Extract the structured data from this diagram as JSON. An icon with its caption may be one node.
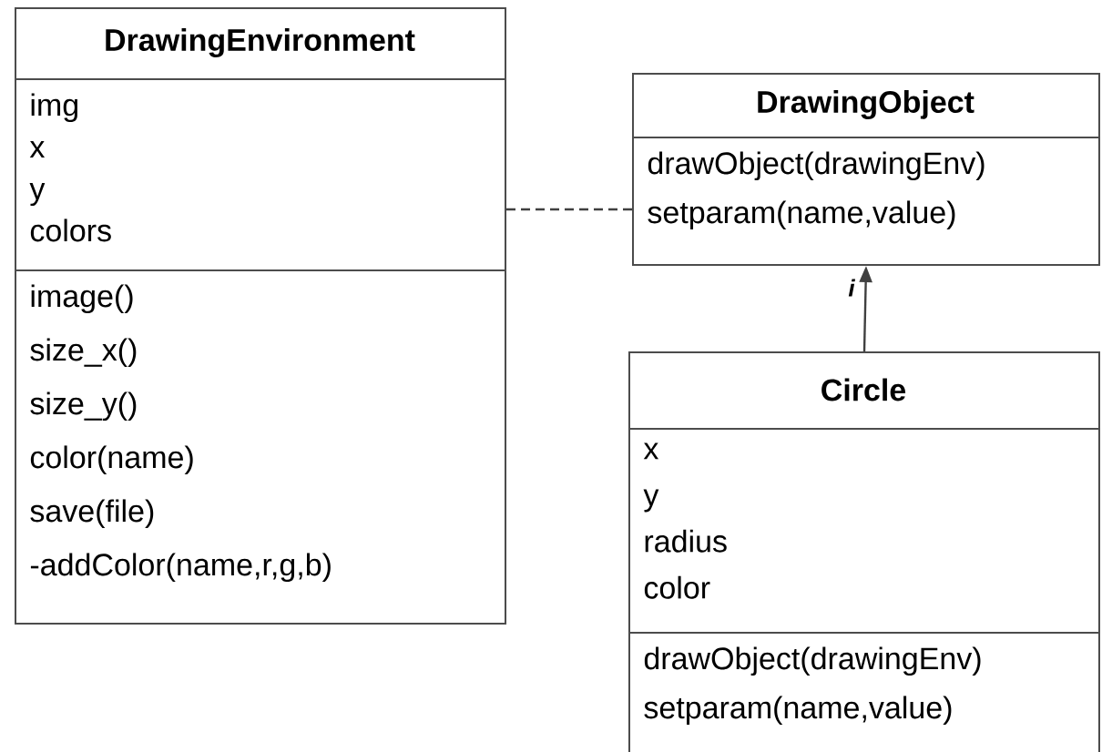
{
  "diagram": {
    "nodes": [
      {
        "text": [
          "DrawingEnvironment"
        ]
      },
      {
        "text": [
          "img",
          "x",
          "y",
          "colors"
        ],
        "in": 0
      },
      {
        "text": [
          "image()",
          "size_x()",
          "size_y()",
          "color(name)",
          "save(file)",
          "-addColor(name,r,g,b)"
        ],
        "in": 0
      },
      {
        "text": [
          "DrawingObject"
        ]
      },
      {
        "text": [
          "drawObject(drawingEnv)",
          "setparam(name,value)"
        ],
        "in": 3
      },
      {
        "text": [
          "Circle"
        ]
      },
      {
        "text": [
          "x",
          "y",
          "radius",
          "color"
        ],
        "in": 5
      },
      {
        "text": [
          "drawObject(drawingEnv)",
          "setparam(name,value)"
        ],
        "in": 5
      }
    ],
    "edges": [
      {
        "from": 0,
        "to": 3,
        "arrow": "none",
        "style": "dashed"
      },
      {
        "from": 5,
        "to": 3,
        "arrow": "to",
        "label": "i"
      }
    ]
  }
}
